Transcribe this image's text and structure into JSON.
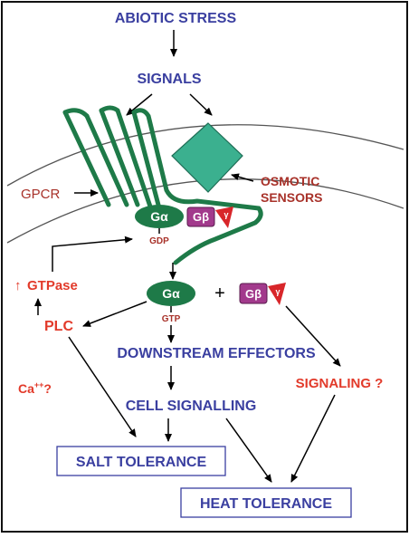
{
  "diagram": {
    "top": {
      "abiotic_stress": "ABIOTIC STRESS",
      "signals": "SIGNALS"
    },
    "membrane": {
      "gpcr_label": "GPCR",
      "osmotic_sensors_line1": "OSMOTIC",
      "osmotic_sensors_line2": "SENSORS"
    },
    "complex_bound": {
      "g_alpha": "Gα",
      "g_beta": "Gβ",
      "g_gamma": "γ",
      "gdp": "GDP"
    },
    "complex_free": {
      "g_alpha": "Gα",
      "plus": "+",
      "g_beta": "Gβ",
      "g_gamma": "γ",
      "gtp": "GTP"
    },
    "left_branch": {
      "gtpase_arrow": "↑",
      "gtpase": "GTPase",
      "plc": "PLC",
      "calcium": "Ca",
      "calcium_sup": "++",
      "calcium_q": "?"
    },
    "center_branch": {
      "downstream": "DOWNSTREAM EFFECTORS",
      "cell_signalling": "CELL SIGNALLING"
    },
    "right_branch": {
      "signaling": "SIGNALING ?"
    },
    "outcomes": {
      "salt_tolerance": "SALT TOLERANCE",
      "heat_tolerance": "HEAT TOLERANCE"
    },
    "colors": {
      "blue_text": "#3a3fa0",
      "red_text": "#e23a2a",
      "dark_red_text": "#a8322a",
      "receptor_green": "#1e7a48",
      "sensor_teal": "#3bb08f",
      "g_beta_purple": "#a23a8c",
      "g_gamma_red": "#d8262a"
    }
  }
}
